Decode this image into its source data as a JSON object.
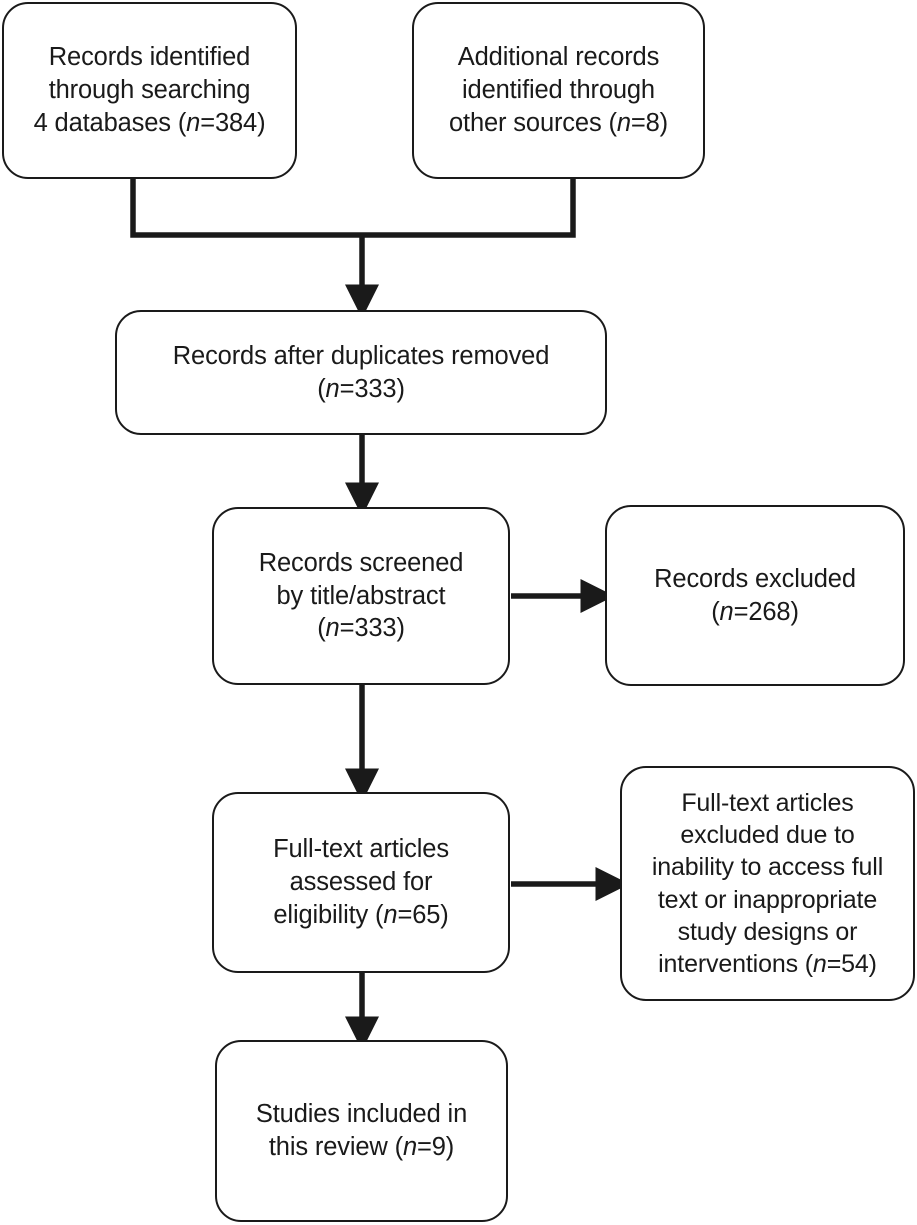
{
  "diagram": {
    "type": "prisma-flow-diagram",
    "title": "",
    "colors": {
      "stroke": "#1a1a1a",
      "fill": "#ffffff",
      "text": "#1a1a1a"
    },
    "nodes": [
      {
        "id": "identified",
        "name": "records-identified-box",
        "text": "Records identified\nthrough searching\n4 databases (n=384)",
        "count_label": "n=384",
        "count": 384
      },
      {
        "id": "additional",
        "name": "additional-records-box",
        "text": "Additional records\nidentified through\nother sources (n=8)",
        "count_label": "n=8",
        "count": 8
      },
      {
        "id": "duplicates",
        "name": "records-after-duplicates-box",
        "text": "Records after duplicates removed\n(n=333)",
        "count_label": "n=333",
        "count": 333
      },
      {
        "id": "screened",
        "name": "records-screened-box",
        "text": "Records screened\nby title/abstract\n(n=333)",
        "count_label": "n=333",
        "count": 333
      },
      {
        "id": "records-excluded",
        "name": "records-excluded-box",
        "text": "Records excluded\n(n=268)",
        "count_label": "n=268",
        "count": 268
      },
      {
        "id": "fulltext",
        "name": "fulltext-assessed-box",
        "text": "Full-text articles\nassessed for\neligibility (n=65)",
        "count_label": "n=65",
        "count": 65
      },
      {
        "id": "fulltext-excluded",
        "name": "fulltext-excluded-box",
        "text": "Full-text articles\nexcluded due to\ninability to access full\ntext or inappropriate\nstudy designs or\ninterventions (n=54)",
        "count_label": "n=54",
        "count": 54
      },
      {
        "id": "included",
        "name": "studies-included-box",
        "text": "Studies included in\nthis review (n=9)",
        "count_label": "n=9",
        "count": 9
      }
    ],
    "edges": [
      {
        "from": "identified",
        "to": "duplicates",
        "kind": "bracket-merge"
      },
      {
        "from": "additional",
        "to": "duplicates",
        "kind": "bracket-merge"
      },
      {
        "from": "duplicates",
        "to": "screened",
        "kind": "arrow-down"
      },
      {
        "from": "screened",
        "to": "records-excluded",
        "kind": "arrow-right"
      },
      {
        "from": "screened",
        "to": "fulltext",
        "kind": "arrow-down"
      },
      {
        "from": "fulltext",
        "to": "fulltext-excluded",
        "kind": "arrow-right"
      },
      {
        "from": "fulltext",
        "to": "included",
        "kind": "arrow-down"
      }
    ]
  }
}
